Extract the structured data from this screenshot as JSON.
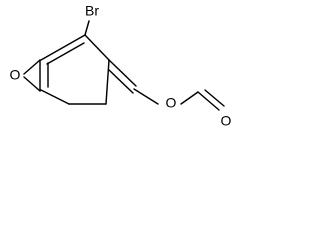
{
  "structure": {
    "labels": {
      "bromine": "Br",
      "epoxide_oxygen": "O",
      "ester_oxygen": "O",
      "carbonyl_oxygen": "O"
    },
    "colors": {
      "background": "#ffffff",
      "ink": "#000000"
    }
  }
}
